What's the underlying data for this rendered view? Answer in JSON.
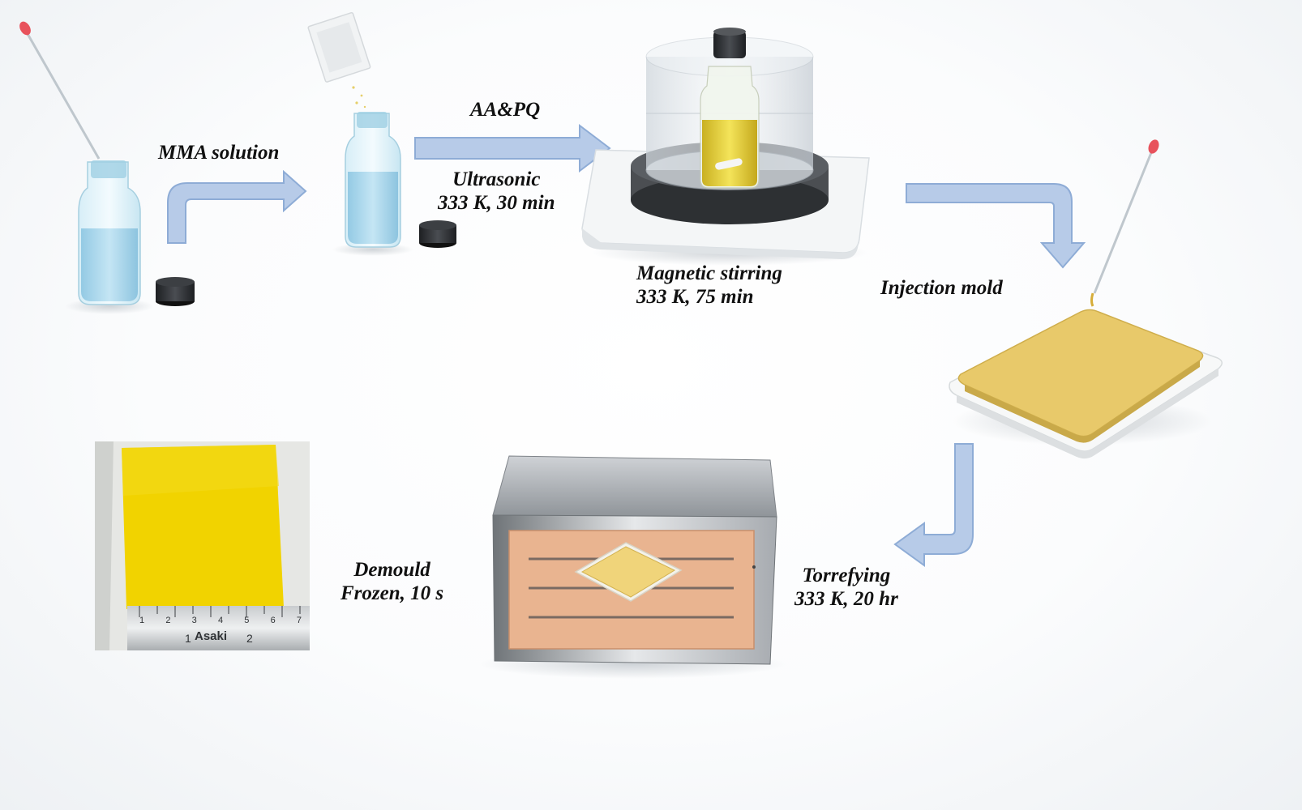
{
  "steps": {
    "mma_solution": {
      "label": "MMA solution"
    },
    "aa_pq": {
      "label": "AA&PQ",
      "sub": [
        "Ultrasonic",
        "333 K, 30 min"
      ]
    },
    "magnetic_stirring": {
      "lines": [
        "Magnetic stirring",
        "333 K, 75 min"
      ]
    },
    "injection_mold": {
      "label": "Injection mold"
    },
    "torrefying": {
      "lines": [
        "Torrefying",
        "333 K, 20 hr"
      ]
    },
    "demould": {
      "lines": [
        "Demould",
        "Frozen, 10 s"
      ]
    }
  },
  "ruler": {
    "brand": "Asaki",
    "ticks": [
      "1",
      "2",
      "3",
      "4",
      "5",
      "6",
      "7"
    ],
    "inch_marks": [
      "1",
      "2"
    ]
  },
  "colors": {
    "arrow_fill": "#b7cbe8",
    "arrow_stroke": "#8eacd6",
    "liquid_blue": "#a9d4ea",
    "resin_yellow": "#e8c96a",
    "film_yellow": "#f1d300",
    "oven_heater": "#e9b490",
    "pipette_tip": "#e8525c"
  },
  "icons": [
    "pipette-icon",
    "vial-icon",
    "vial-cap-icon",
    "powder-sachet-icon",
    "magnetic-stirrer-icon",
    "mold-plate-icon",
    "oven-icon",
    "pmma-film-photo"
  ]
}
